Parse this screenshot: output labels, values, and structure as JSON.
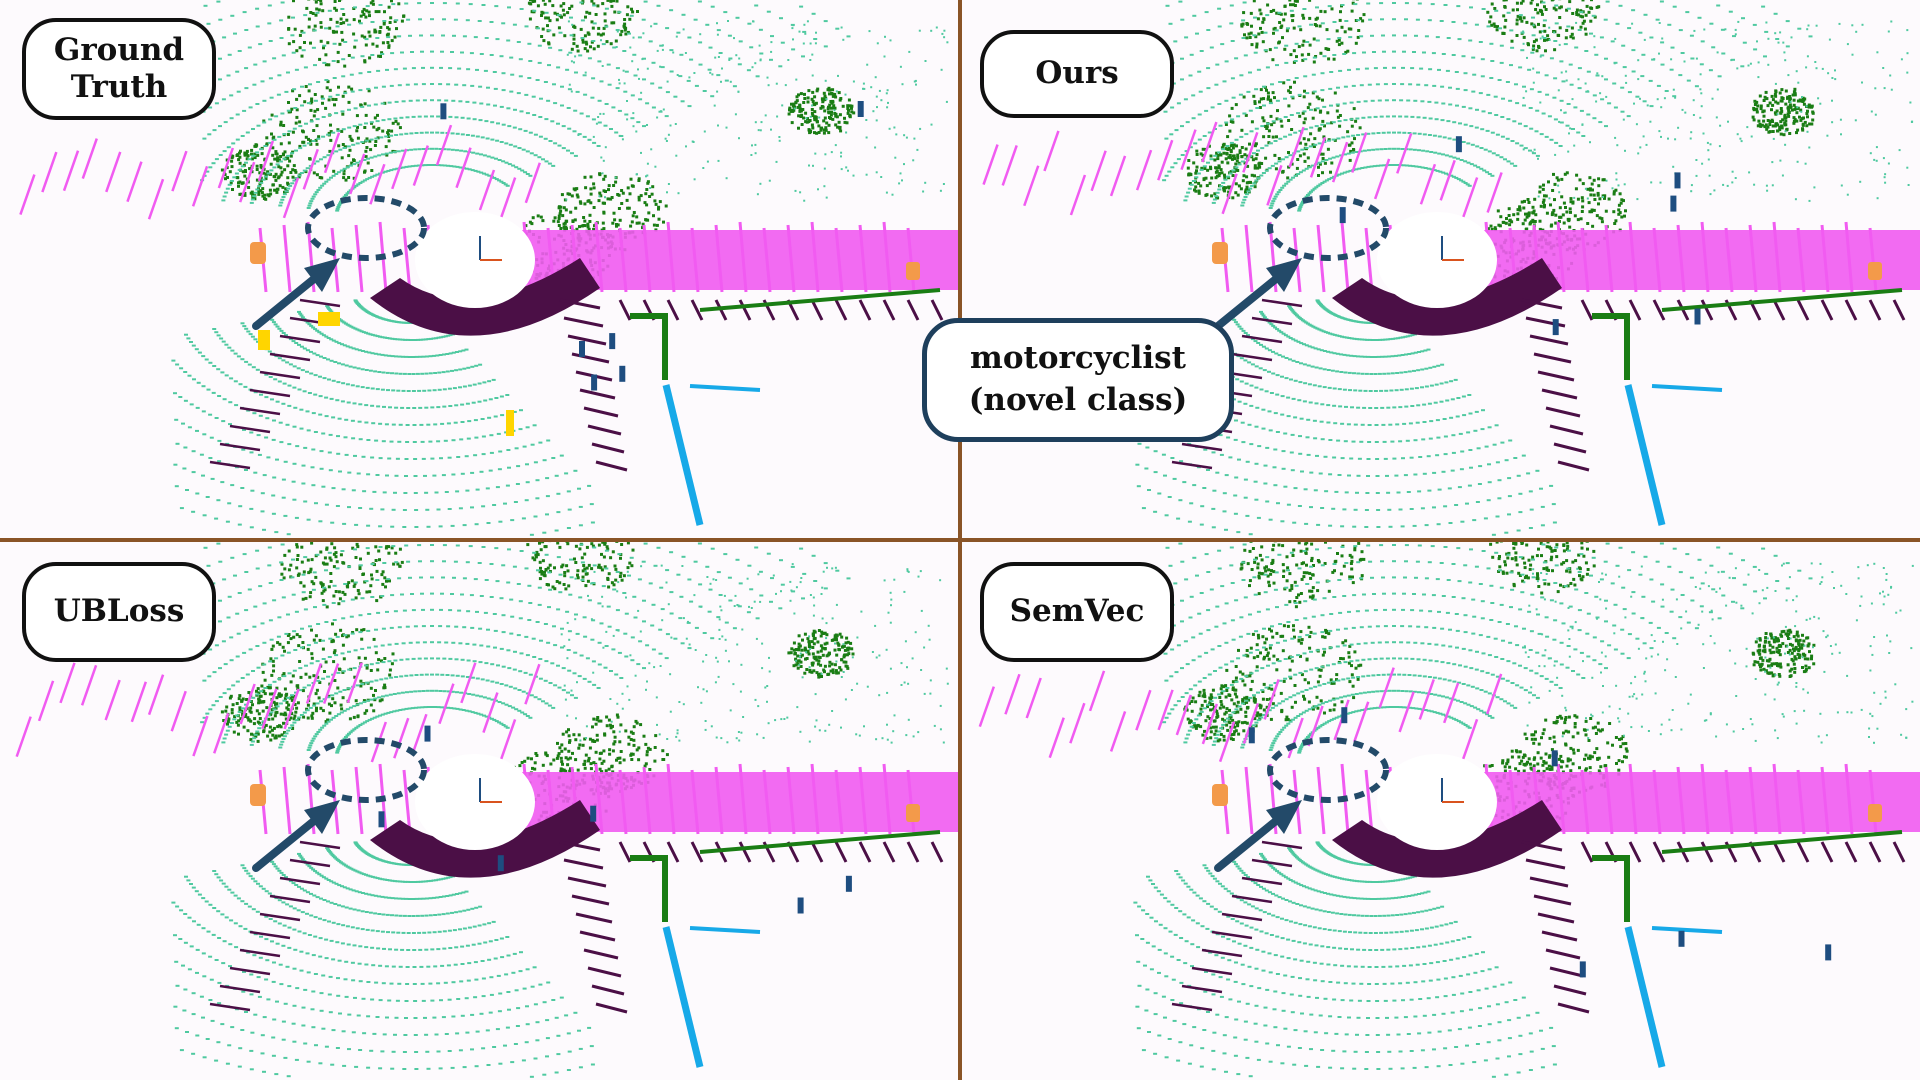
{
  "figure": {
    "panels": [
      {
        "id": "ground-truth",
        "label": "Ground\nTruth"
      },
      {
        "id": "ours",
        "label": "Ours"
      },
      {
        "id": "ubloss",
        "label": "UBLoss"
      },
      {
        "id": "semvec",
        "label": "SemVec"
      }
    ],
    "callout": {
      "text": "motorcyclist\n(novel class)"
    }
  },
  "colors": {
    "road": "#f15bf1",
    "sidewalk_dark": "#4b0f46",
    "terrain": "#4fc9a0",
    "vegetation": "#1a7d14",
    "trunk": "#1e4d80",
    "car": "#f39a4a",
    "person": "#ffd500",
    "pole_sign": "#17a9e8",
    "annotation_navy": "#234a69",
    "divider": "#8a5427"
  }
}
